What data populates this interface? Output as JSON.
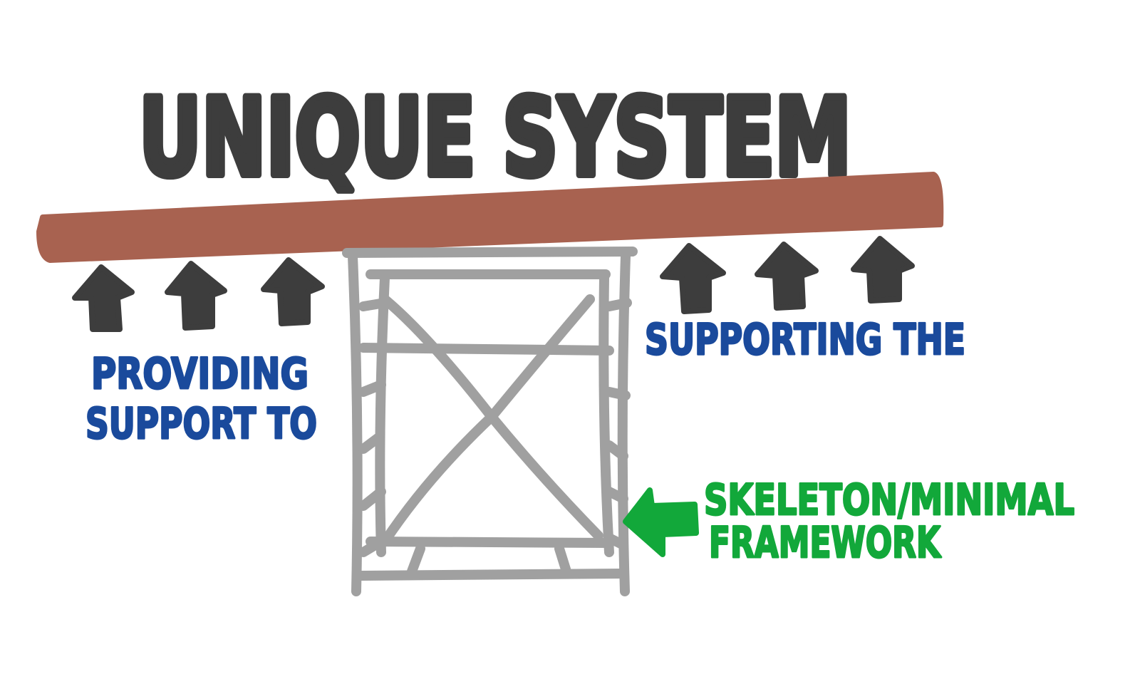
{
  "title": "UNIQUE SYSTEM",
  "left_label": [
    "PROVIDING",
    "SUPPORT TO"
  ],
  "right_label": "SUPPORTING THE",
  "framework_label": [
    "SKELETON/MINIMAL",
    "FRAMEWORK"
  ],
  "colors": {
    "title": "#3d3d3d",
    "beam": "#a86250",
    "scaffold": "#a0a0a0",
    "support_text": "#1a4a9c",
    "framework_text": "#12a83a",
    "arrows": "#3d3d3d"
  }
}
